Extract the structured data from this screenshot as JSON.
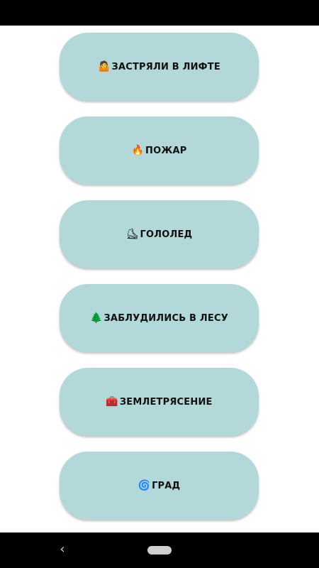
{
  "buttons": [
    {
      "icon": "🤷",
      "icon_name": "person-shrugging-icon",
      "label": "ЗАСТРЯЛИ В ЛИФТЕ"
    },
    {
      "icon": "🔥",
      "icon_name": "fire-icon",
      "label": "ПОЖАР"
    },
    {
      "icon": "⛸",
      "icon_name": "ice-skate-icon",
      "label": "ГОЛОЛЕД"
    },
    {
      "icon": "🌲",
      "icon_name": "evergreen-tree-icon",
      "label": "ЗАБЛУДИЛИСЬ В ЛЕСУ"
    },
    {
      "icon": "🧰",
      "icon_name": "toolbox-icon",
      "label": "ЗЕМЛЕТРЯСЕНИЕ"
    },
    {
      "icon": "🌀",
      "icon_name": "cyclone-icon",
      "label": "ГРАД"
    }
  ],
  "nav": {
    "back_glyph": "‹"
  },
  "colors": {
    "button_bg": "#b2d8d9",
    "page_bg": "#ffffff",
    "bars_bg": "#000000"
  }
}
